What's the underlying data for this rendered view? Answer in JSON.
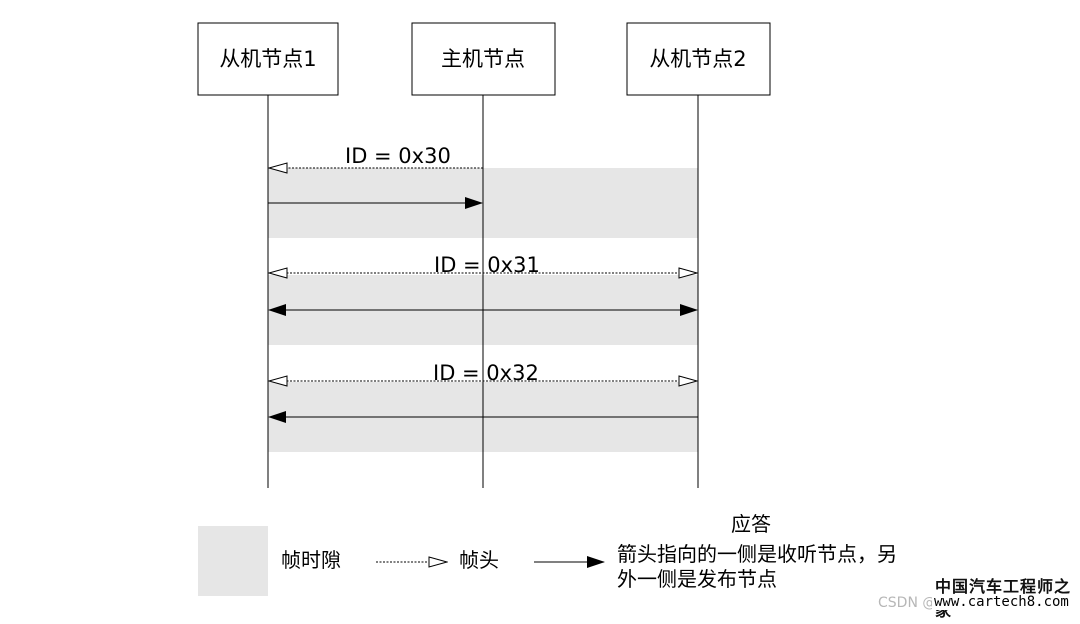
{
  "nodes": {
    "slave1": "从机节点1",
    "master": "主机节点",
    "slave2": "从机节点2"
  },
  "frames": [
    {
      "id_label": "ID = 0x30"
    },
    {
      "id_label": "ID = 0x31"
    },
    {
      "id_label": "ID = 0x32"
    }
  ],
  "legend": {
    "frame_slot": "帧时隙",
    "frame_header": "帧头",
    "response_title": "应答",
    "response_desc": "箭头指向的一侧是收听节点，另外一侧是发布节点"
  },
  "watermark": {
    "brand": "中国汽车工程师之家",
    "csdn": "CSDN @Ric",
    "site": "www.cartech8.com"
  },
  "colors": {
    "slot_fill": "#e6e6e6",
    "line": "#000000"
  }
}
